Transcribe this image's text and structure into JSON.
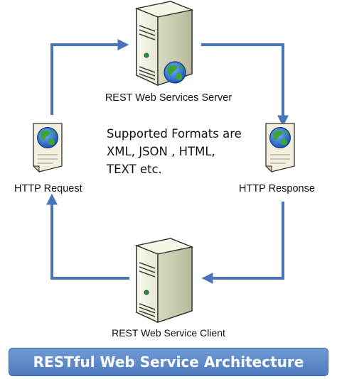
{
  "server": {
    "label": "REST Web Services Server"
  },
  "client": {
    "label": "REST Web Service Client"
  },
  "request": {
    "label": "HTTP Request"
  },
  "response": {
    "label": "HTTP Response"
  },
  "formats": {
    "lines": [
      "Supported Formats are",
      "XML, JSON , HTML,",
      "TEXT etc."
    ]
  },
  "banner": {
    "title": "RESTful Web Service Architecture"
  },
  "colors": {
    "arrow": "#4a74b8",
    "banner": "#5b87c8",
    "globe_blue": "#1f5fc4",
    "globe_green": "#3fa336"
  }
}
